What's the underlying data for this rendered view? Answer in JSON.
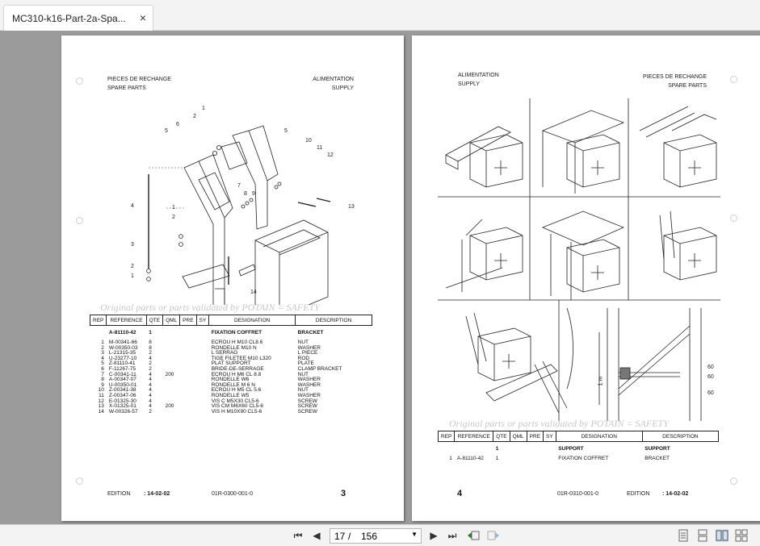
{
  "tab": {
    "title": "MC310-k16-Part-2a-Spa...",
    "close_glyph": "×"
  },
  "left_page": {
    "header_left_1": "PIECES DE RECHANGE",
    "header_left_2": "SPARE PARTS",
    "header_right_1": "ALIMENTATION",
    "header_right_2": "SUPPLY",
    "callouts": [
      "1",
      "2",
      "3",
      "4",
      "5",
      "6",
      "7",
      "8",
      "9",
      "10",
      "11",
      "12",
      "13",
      "14"
    ],
    "watermark": "Original parts or parts validated by POTAIN = SAFETY",
    "table_headers": [
      "REP",
      "REFERENCE",
      "QTE",
      "QML",
      "PRE",
      "SY",
      "DESIGNATION",
      "DESCRIPTION"
    ],
    "assembly": {
      "ref": "A-81110-42",
      "qte": "1",
      "designation": "FIXATION COFFRET",
      "description": "BRACKET"
    },
    "rows": [
      {
        "rep": "1",
        "ref": "M-00341-66",
        "qte": "8",
        "qml": "",
        "des": "ECROU H M10 CL8.6",
        "desc": "NUT"
      },
      {
        "rep": "2",
        "ref": "W-00350-03",
        "qte": "8",
        "qml": "",
        "des": "RONDELLE M10 N",
        "desc": "WASHER"
      },
      {
        "rep": "3",
        "ref": "L-21315-35",
        "qte": "2",
        "qml": "",
        "des": "L SERRAG",
        "desc": "L PIECE"
      },
      {
        "rep": "4",
        "ref": "U-23277-10",
        "qte": "4",
        "qml": "",
        "des": "TIGE FILETEE M10 L320",
        "desc": "ROD"
      },
      {
        "rep": "5",
        "ref": "Z-81110-41",
        "qte": "2",
        "qml": "",
        "des": "PLAT SUPPORT",
        "desc": "PLATE"
      },
      {
        "rep": "6",
        "ref": "F-11267-75",
        "qte": "2",
        "qml": "",
        "des": "BRIDE-DE-SERRAGE",
        "desc": "CLAMP BRACKET"
      },
      {
        "rep": "7",
        "ref": "C-00341-11",
        "qte": "4",
        "qml": "200",
        "des": "ECROU H M6 CL 8.8",
        "desc": "NUT"
      },
      {
        "rep": "8",
        "ref": "A-00347-07",
        "qte": "4",
        "qml": "",
        "des": "RONDELLE W6",
        "desc": "WASHER"
      },
      {
        "rep": "9",
        "ref": "U-00350-01",
        "qte": "4",
        "qml": "",
        "des": "RONDELLE M 6 N",
        "desc": "WASHER"
      },
      {
        "rep": "10",
        "ref": "Z-00341-38",
        "qte": "4",
        "qml": "",
        "des": "ECROU H M5 CL 5.6",
        "desc": "NUT"
      },
      {
        "rep": "11",
        "ref": "Z-00347-06",
        "qte": "4",
        "qml": "",
        "des": "RONDELLE W5",
        "desc": "WASHER"
      },
      {
        "rep": "12",
        "ref": "E-01325-30",
        "qte": "4",
        "qml": "",
        "des": "VIS C M5X30 CL5-6",
        "desc": "SCREW"
      },
      {
        "rep": "13",
        "ref": "X-01325-01",
        "qte": "4",
        "qml": "200",
        "des": "VIS CM M6X60 CL5-6",
        "desc": "SCREW"
      },
      {
        "rep": "14",
        "ref": "W-00326-57",
        "qte": "2",
        "qml": "",
        "des": "VIS H M10X90 CL5-6",
        "desc": "SCREW"
      }
    ],
    "footer_edition_label": "EDITION",
    "footer_edition_value": ": 14-02-02",
    "footer_code": "01R-0300-001-0",
    "page_number": "3"
  },
  "right_page": {
    "header_left_1": "ALIMENTATION",
    "header_left_2": "SUPPLY",
    "header_right_1": "PIECES DE RECHANGE",
    "header_right_2": "SPARE PARTS",
    "dim_labels": [
      "60",
      "60",
      "60",
      "1 m"
    ],
    "watermark": "Original parts or parts validated by POTAIN = SAFETY",
    "table_headers": [
      "REP",
      "REFERENCE",
      "QTE",
      "QML",
      "PRE",
      "SY",
      "DESIGNATION",
      "DESCRIPTION"
    ],
    "assembly": {
      "qte": "1",
      "designation": "SUPPORT",
      "description": "SUPPORT"
    },
    "rows": [
      {
        "rep": "1",
        "ref": "A-81110-42",
        "qte": "1",
        "des": "FIXATION COFFRET",
        "desc": "BRACKET"
      }
    ],
    "footer_page_number": "4",
    "footer_code": "01R-0310-001-0",
    "footer_edition_label": "EDITION",
    "footer_edition_value": ": 14-02-02"
  },
  "toolbar": {
    "first_glyph": "⏮",
    "prev_glyph": "◀",
    "current_page": "17",
    "separator": "/",
    "total_pages": "156",
    "next_glyph": "▶",
    "last_glyph": "⏭",
    "dropdown_glyph": "▼"
  }
}
